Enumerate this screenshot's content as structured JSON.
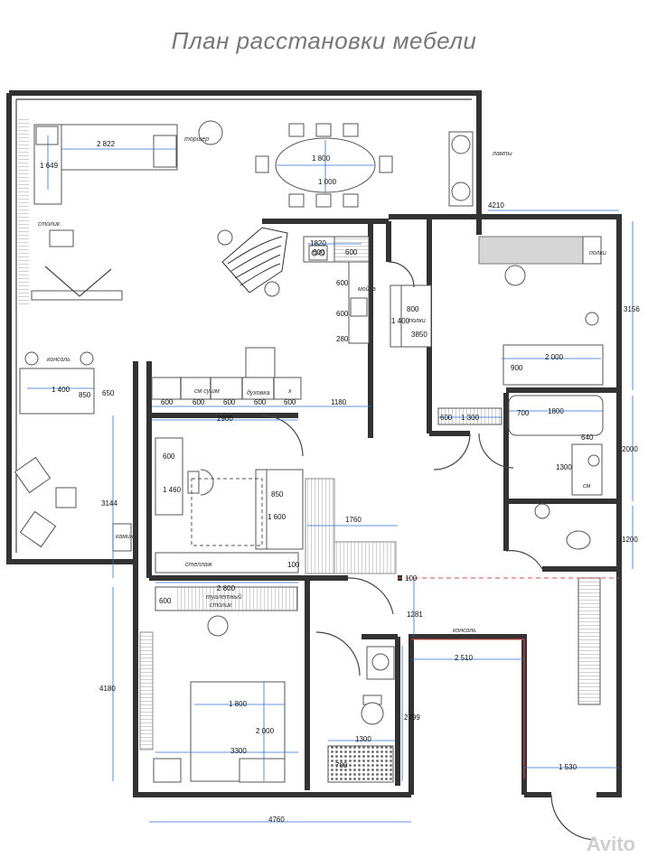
{
  "title": "План расстановки мебели",
  "watermark": "Avito",
  "labels": {
    "torsher": "торшер",
    "lampy": "лампы",
    "stolik": "столик",
    "konsol_left": "консоль",
    "kamin": "камин",
    "stellazh": "стеллаж",
    "tualetny": "туалетный",
    "stolik2": "столик",
    "konsol_right": "консоль",
    "polki": "полки",
    "polki2": "полки",
    "sm_sushm": "см сушм",
    "duhovka": "духовка",
    "x": "х",
    "sm": "см",
    "moika": "мойка"
  },
  "dims": {
    "d2822": "2 822",
    "d1649": "1 649",
    "d1800a": "1 800",
    "d1000": "1 000",
    "d4210": "4210",
    "d1820": "1820",
    "d600a": "600",
    "d600b": "600",
    "d600c": "600",
    "d600d": "600",
    "d800": "800",
    "d1400a": "1 400",
    "d3850": "3850",
    "d280": "280",
    "d3156": "3156",
    "d2000a": "2 000",
    "d900": "900",
    "d1400b": "1 400",
    "d850a": "850",
    "d650": "650",
    "d600k1": "600",
    "d600k2": "600",
    "d600k3": "600",
    "d600k4": "600",
    "d600k5": "600",
    "d1180": "1180",
    "d2900": "2900",
    "d600e": "600",
    "d1300a": "1 300",
    "d700a": "700",
    "d1800b": "1800",
    "d640": "640",
    "d2000b": "2000",
    "d1300b": "1300",
    "d600f": "600",
    "d1460": "1 460",
    "d3144": "3144",
    "d850b": "850",
    "d1600": "1 600",
    "d1760": "1760",
    "d100a": "100",
    "d1200": "1200",
    "d2800": "2 800",
    "d600g": "600",
    "d100b": "100",
    "d1281": "1281",
    "d2510": "2 510",
    "d4180": "4180",
    "d1800c": "1 800",
    "d2000c": "2 000",
    "d2799": "2799",
    "d3300": "3300",
    "d1300c": "1300",
    "d700b": "700",
    "d1530": "1 530",
    "d4760": "4760"
  }
}
